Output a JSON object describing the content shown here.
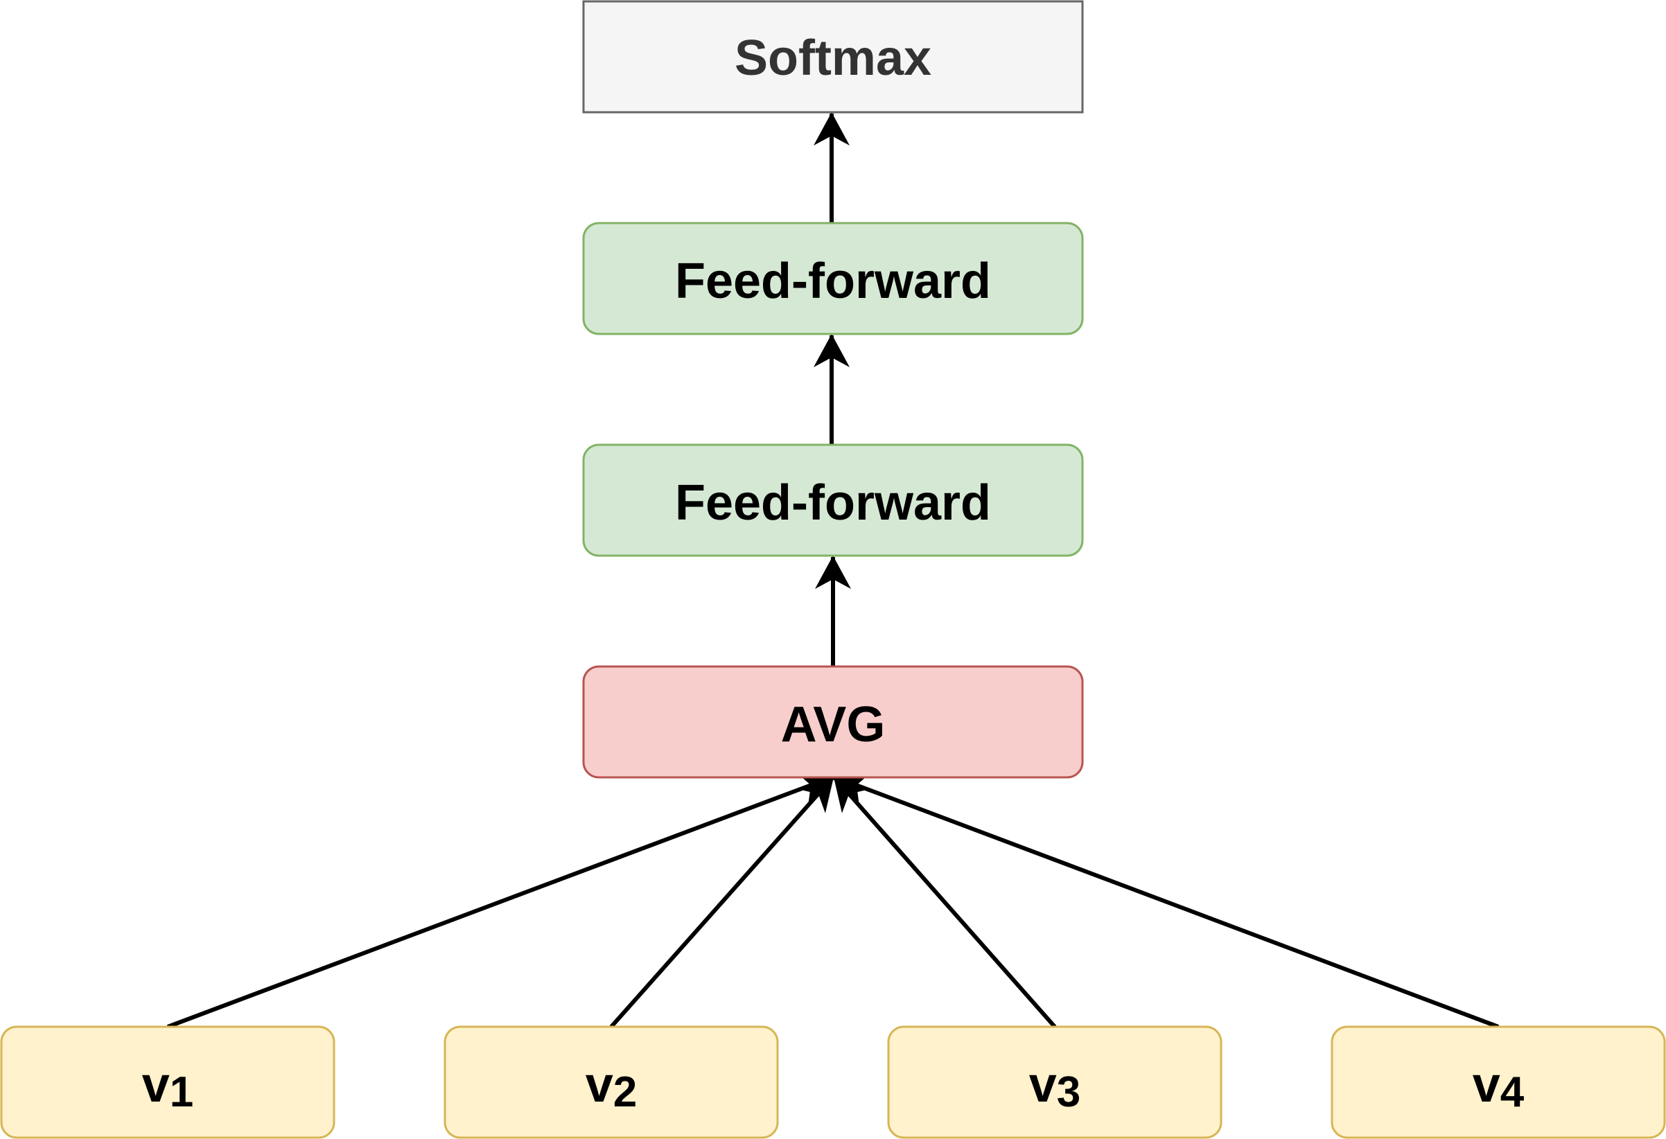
{
  "diagram": {
    "colors": {
      "softmax_fill": "#f5f5f5",
      "softmax_stroke": "#666666",
      "softmax_text": "#333333",
      "ff_fill": "#d5e8d4",
      "ff_stroke": "#82b366",
      "avg_fill": "#f8cecc",
      "avg_stroke": "#b85450",
      "input_fill": "#fff2cc",
      "input_stroke": "#d6b656",
      "text": "#000000",
      "edge": "#000000"
    },
    "nodes": {
      "softmax": {
        "label": "Softmax"
      },
      "ff_top": {
        "label": "Feed-forward"
      },
      "ff_bottom": {
        "label": "Feed-forward"
      },
      "avg": {
        "label": "AVG"
      },
      "inputs": [
        {
          "base": "v",
          "sub": "1"
        },
        {
          "base": "v",
          "sub": "2"
        },
        {
          "base": "v",
          "sub": "3"
        },
        {
          "base": "v",
          "sub": "4"
        }
      ]
    },
    "edges": [
      {
        "from": "v1",
        "to": "avg"
      },
      {
        "from": "v2",
        "to": "avg"
      },
      {
        "from": "v3",
        "to": "avg"
      },
      {
        "from": "v4",
        "to": "avg"
      },
      {
        "from": "avg",
        "to": "ff_bottom"
      },
      {
        "from": "ff_bottom",
        "to": "ff_top"
      },
      {
        "from": "ff_top",
        "to": "softmax"
      }
    ]
  }
}
